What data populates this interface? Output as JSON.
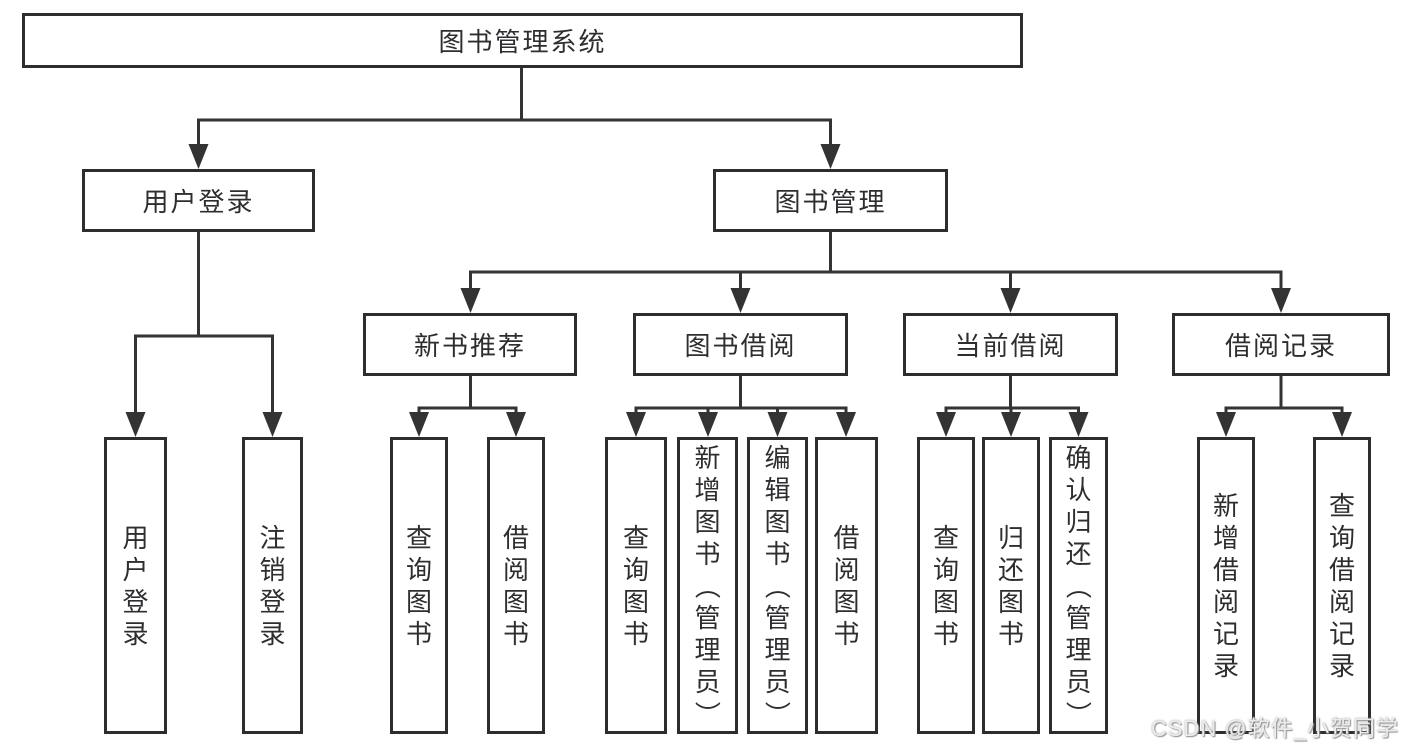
{
  "diagram": {
    "root": {
      "label": "图书管理系统"
    },
    "branches": [
      {
        "label": "用户登录",
        "leaves": [
          "用户登录",
          "注销登录"
        ]
      },
      {
        "label": "图书管理",
        "groups": [
          {
            "label": "新书推荐",
            "leaves": [
              "查询图书",
              "借阅图书"
            ]
          },
          {
            "label": "图书借阅",
            "leaves": [
              "查询图书",
              "新增图书（管理员）",
              "编辑图书（管理员）",
              "借阅图书"
            ]
          },
          {
            "label": "当前借阅",
            "leaves": [
              "查询图书",
              "归还图书",
              "确认归还（管理员）"
            ]
          },
          {
            "label": "借阅记录",
            "leaves": [
              "新增借阅记录",
              "查询借阅记录"
            ]
          }
        ]
      }
    ]
  },
  "watermark": {
    "label": "CSDN @软件_小贺同学"
  },
  "colors": {
    "line": "#333333",
    "box_border": "#2d2d2d",
    "text": "#2e2e31",
    "background": "#ffffff",
    "watermark": "#ececec"
  }
}
